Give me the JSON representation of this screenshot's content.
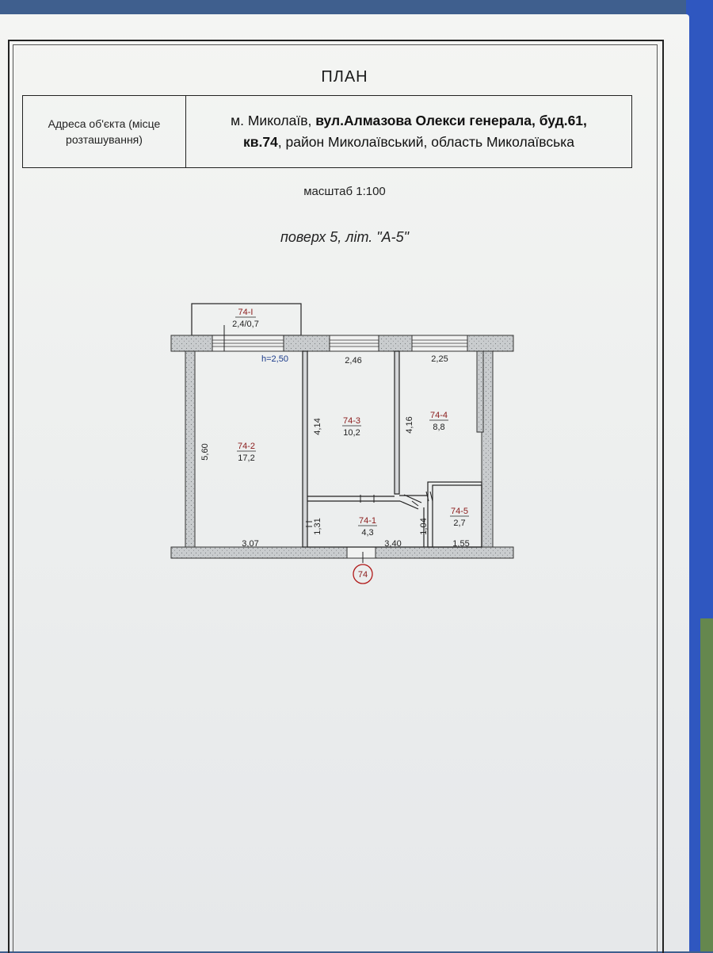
{
  "document": {
    "title": "ПЛАН",
    "address_label": "Адреса об'єкта (місце розташування)",
    "address_line1_prefix": "м. Миколаїв, ",
    "address_line1_bold": "вул.Алмазова Олекси генерала, буд.61,",
    "address_line2_bold": "кв.74",
    "address_line2_rest": ", район Миколаївський, область Миколаївська",
    "scale": "масштаб 1:100",
    "floor": "поверх 5, літ. \"А-5\""
  },
  "plan": {
    "ceiling_height": "h=2,50",
    "apartment_marker": "74",
    "rooms": [
      {
        "code": "74-І",
        "area": "2,4/0,7"
      },
      {
        "code": "74-2",
        "area": "17,2"
      },
      {
        "code": "74-3",
        "area": "10,2"
      },
      {
        "code": "74-4",
        "area": "8,8"
      },
      {
        "code": "74-1",
        "area": "4,3"
      },
      {
        "code": "74-5",
        "area": "2,7"
      }
    ],
    "dimensions": {
      "room2_height": "5,60",
      "room2_width": "3,07",
      "room3_width": "2,46",
      "room3_height": "4,14",
      "room4_width": "2,25",
      "room4_height": "4,16",
      "hall_height": "1,31",
      "hall_width": "3,40",
      "bath_height": "1,04",
      "bath_width": "1,55"
    }
  }
}
